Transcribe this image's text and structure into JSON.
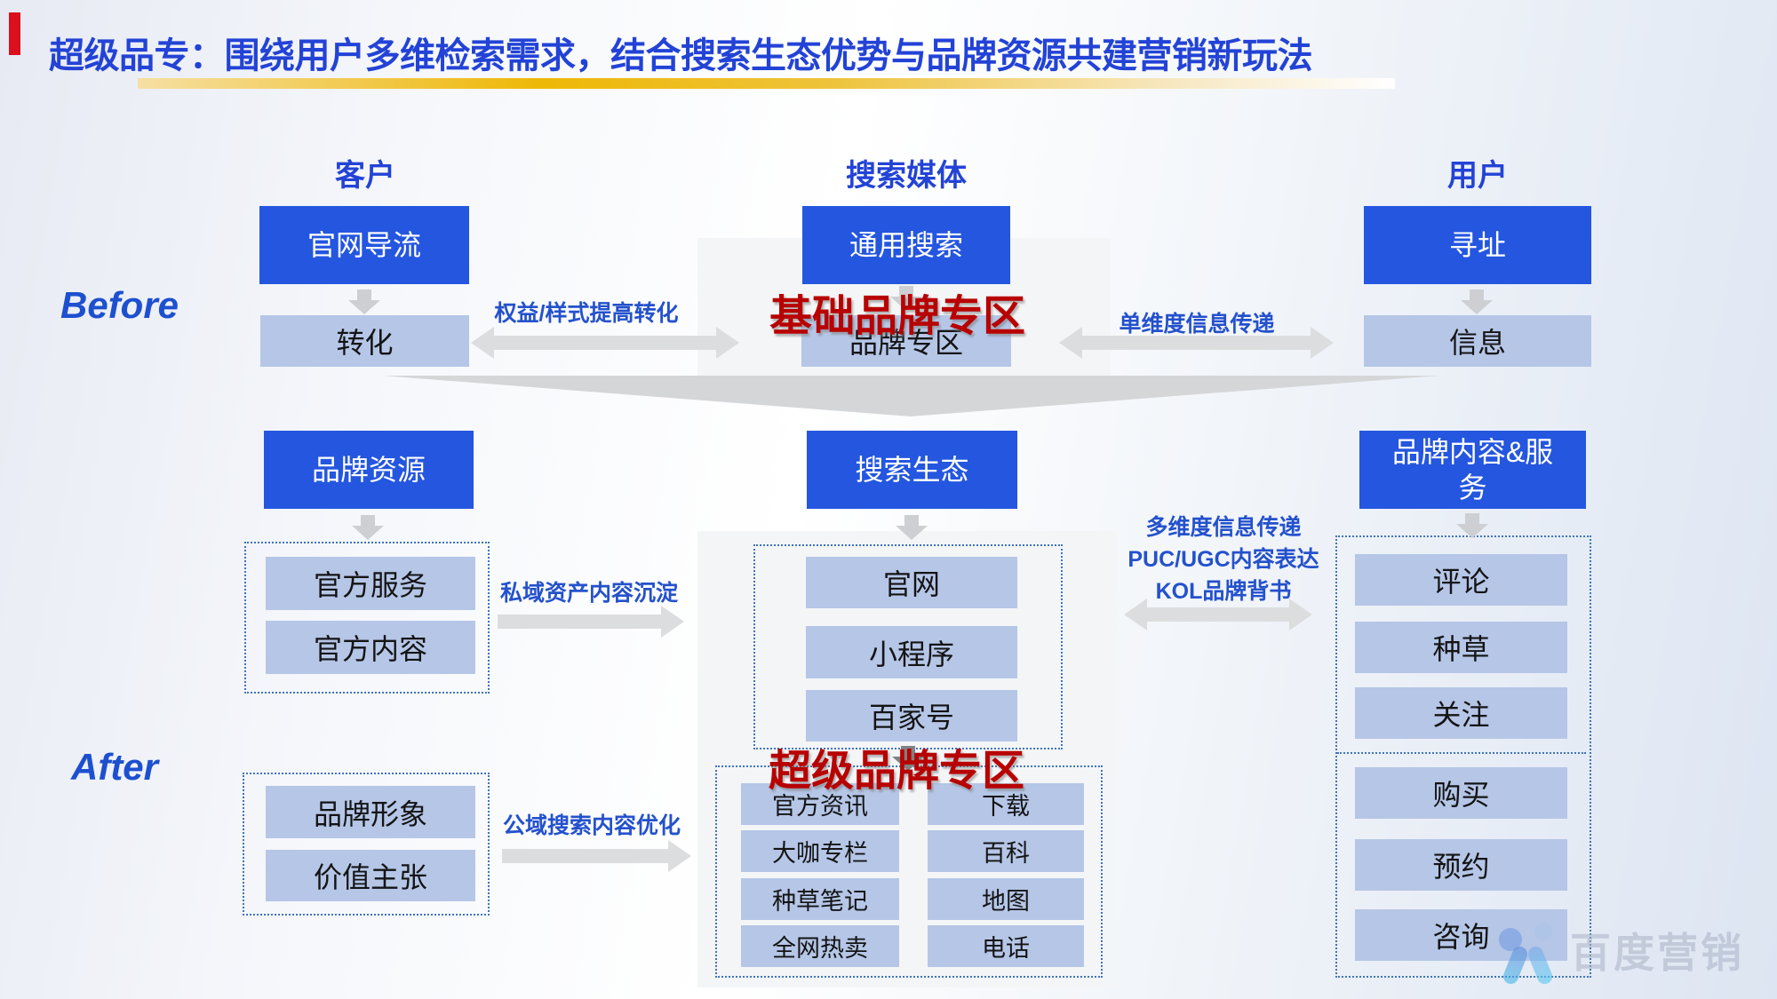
{
  "slide": {
    "title": "超级品专：围绕用户多维检索需求，结合搜索生态优势与品牌资源共建营销新玩法"
  },
  "columns": {
    "customer": "客户",
    "media": "搜索媒体",
    "user": "用户"
  },
  "before": {
    "label": "Before",
    "customer_top": "官网导流",
    "customer_bottom": "转化",
    "media_top": "通用搜索",
    "media_bottom": "品牌专区",
    "media_overlay": "基础品牌专区",
    "user_top": "寻址",
    "user_bottom": "信息",
    "left_arrow_label": "权益/样式提高转化",
    "right_arrow_label": "单维度信息传递"
  },
  "after": {
    "label": "After",
    "brand_resource": {
      "title": "品牌资源",
      "items": [
        "官方服务",
        "官方内容"
      ]
    },
    "brand_values": {
      "items": [
        "品牌形象",
        "价值主张"
      ]
    },
    "private_arrow_label": "私域资产内容沉淀",
    "public_arrow_label": "公域搜索内容优化",
    "search_eco": {
      "title": "搜索生态",
      "items": [
        "官网",
        "小程序",
        "百家号"
      ]
    },
    "super_zone": {
      "overlay": "超级品牌专区",
      "left_items": [
        "官方资讯",
        "大咖专栏",
        "种草笔记",
        "全网热卖"
      ],
      "right_items": [
        "下载",
        "百科",
        "地图",
        "电话"
      ]
    },
    "brand_content": {
      "title": "品牌内容&服务",
      "items_top": [
        "评论",
        "种草",
        "关注"
      ],
      "items_bottom": [
        "购买",
        "预约",
        "咨询"
      ]
    },
    "multi_arrow_labels": [
      "多维度信息传递",
      "PUC/UGC内容表达",
      "KOL品牌背书"
    ]
  },
  "watermark": {
    "text": "百度营销"
  },
  "colors": {
    "primary_blue": "#2456e0",
    "title_blue": "#2343d6",
    "light_blue_box": "#b5c6e7",
    "label_blue": "#2451cc",
    "accent_red": "#b80200",
    "gold_bar": "#eeb806",
    "arrow_gray": "#d9dadc",
    "dashed_border_blue": "#3f74ba"
  }
}
